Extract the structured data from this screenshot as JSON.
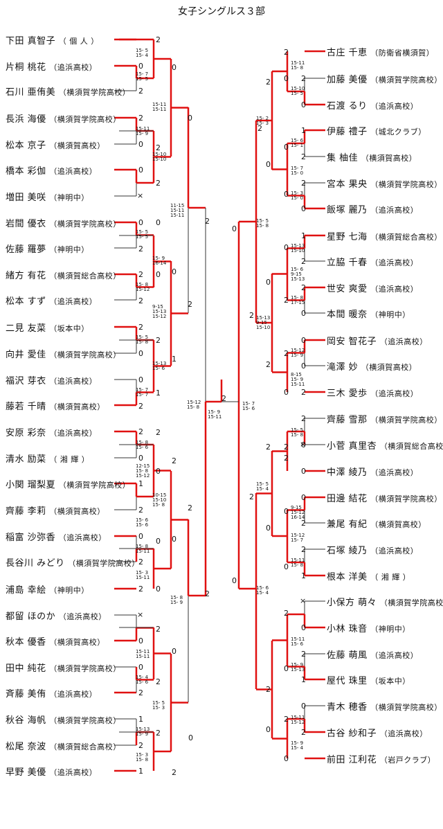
{
  "title": "女子シングルス３部",
  "left": [
    {
      "name": "下田 真智子",
      "aff": "（ 個 人 ）"
    },
    {
      "name": "片桐 桃花",
      "aff": "（追浜高校）"
    },
    {
      "name": "石川 亜侑美",
      "aff": "（横須賀学院高校）"
    },
    {
      "name": "長浜 海優",
      "aff": "（横須賀学院高校）"
    },
    {
      "name": "松本 京子",
      "aff": "（横須賀高校）"
    },
    {
      "name": "橋本 彩伽",
      "aff": "（追浜高校）"
    },
    {
      "name": "増田 美咲",
      "aff": "（神明中）"
    },
    {
      "name": "岩間 優衣",
      "aff": "（横須賀学院高校）"
    },
    {
      "name": "佐藤 羅夢",
      "aff": "（神明中）"
    },
    {
      "name": "緒方 有花",
      "aff": "（横須賀総合高校）"
    },
    {
      "name": "松本 すず",
      "aff": "（追浜高校）"
    },
    {
      "name": "二見 友菜",
      "aff": "（坂本中）"
    },
    {
      "name": "向井 愛佳",
      "aff": "（横須賀学院高校）"
    },
    {
      "name": "福沢 芽衣",
      "aff": "（追浜高校）"
    },
    {
      "name": "藤若 千晴",
      "aff": "（横須賀高校）"
    },
    {
      "name": "安原 彩奈",
      "aff": "（追浜高校）"
    },
    {
      "name": "清水 励菜",
      "aff": "（ 湘 輝 ）"
    },
    {
      "name": "小関 瑠梨夏",
      "aff": "（横須賀学院高校）"
    },
    {
      "name": "齊藤 李莉",
      "aff": "（横須賀高校）"
    },
    {
      "name": "稲富 沙弥香",
      "aff": "（追浜高校）"
    },
    {
      "name": "長谷川 みどり",
      "aff": "（横須賀学院高校）"
    },
    {
      "name": "浦島 幸絵",
      "aff": "（神明中）"
    },
    {
      "name": "都留 ほのか",
      "aff": "（追浜高校）"
    },
    {
      "name": "秋本 優香",
      "aff": "（横須賀高校）"
    },
    {
      "name": "田中 純花",
      "aff": "（横須賀学院高校）"
    },
    {
      "name": "斉藤 美侑",
      "aff": "（追浜高校）"
    },
    {
      "name": "秋谷 海帆",
      "aff": "（横須賀学院高校）"
    },
    {
      "name": "松尾 奈波",
      "aff": "（横須賀総合高校）"
    },
    {
      "name": "早野 美優",
      "aff": "（追浜高校）"
    }
  ],
  "right": [
    {
      "name": "古庄 千恵",
      "aff": "（防衛省横須賀）"
    },
    {
      "name": "加藤 美優",
      "aff": "（横須賀学院高校）"
    },
    {
      "name": "石渡 るり",
      "aff": "（追浜高校）"
    },
    {
      "name": "伊藤 禮子",
      "aff": "（城北クラブ）"
    },
    {
      "name": "集 柚佳",
      "aff": "（横須賀高校）"
    },
    {
      "name": "宮本 果央",
      "aff": "（横須賀学院高校）"
    },
    {
      "name": "飯塚 麗乃",
      "aff": "（追浜高校）"
    },
    {
      "name": "星野 七海",
      "aff": "（横須賀総合高校）"
    },
    {
      "name": "立脇 千春",
      "aff": "（追浜高校）"
    },
    {
      "name": "世安 爽愛",
      "aff": "（追浜高校）"
    },
    {
      "name": "本間 暖奈",
      "aff": "（神明中）"
    },
    {
      "name": "岡安 智花子",
      "aff": "（追浜高校）"
    },
    {
      "name": "滝澤 妙",
      "aff": "（横須賀高校）"
    },
    {
      "name": "三木 愛歩",
      "aff": "（追浜高校）"
    },
    {
      "name": "齊藤 雪那",
      "aff": "（横須賀学院高校）"
    },
    {
      "name": "小菅 真里杏",
      "aff": "（横須賀総合高校）"
    },
    {
      "name": "中澤 綾乃",
      "aff": "（追浜高校）"
    },
    {
      "name": "田邊 結花",
      "aff": "（横須賀学院高校）"
    },
    {
      "name": "兼尾 有紀",
      "aff": "（横須賀高校）"
    },
    {
      "name": "石塚 綾乃",
      "aff": "（追浜高校）"
    },
    {
      "name": "根本 洋美",
      "aff": "（ 湘 輝 ）"
    },
    {
      "name": "小保方 萌々",
      "aff": "（横須賀学院高校）"
    },
    {
      "name": "小林 珠音",
      "aff": "（神明中）"
    },
    {
      "name": "佐藤 萌風",
      "aff": "（追浜高校）"
    },
    {
      "name": "屋代 珠里",
      "aff": "（坂本中）"
    },
    {
      "name": "青木 穂香",
      "aff": "（横須賀学院高校）"
    },
    {
      "name": "古谷 紗和子",
      "aff": "（追浜高校）"
    },
    {
      "name": "前田 江利花",
      "aff": "（岩戸クラブ）"
    }
  ],
  "game_scores": [
    {
      "text": "15- 5\n15- 4"
    },
    {
      "text": "15- 7\n15- 5"
    },
    {
      "text": "15-11\n15- 9"
    },
    {
      "text": "15-11\n15-11"
    },
    {
      "text": "15-10\n15-10"
    },
    {
      "text": "11-15\n15-11\n15-11"
    },
    {
      "text": "15- 5\n15- 5"
    },
    {
      "text": "15- 9\n16-14"
    },
    {
      "text": "15- 8\n15-12"
    },
    {
      "text": "9-15\n15-13\n15-12"
    },
    {
      "text": "15- 5\n15- 8"
    },
    {
      "text": "15-13\n15- 6"
    },
    {
      "text": "15- 7\n15- 7"
    },
    {
      "text": "15-12\n15- 8"
    },
    {
      "text": "15- 9\n15-11"
    },
    {
      "text": "15- 8\n15- 6"
    },
    {
      "text": "12-15\n15- 8\n15-12"
    },
    {
      "text": "10-15\n15-10\n15- 8"
    },
    {
      "text": "15- 6\n15- 6"
    },
    {
      "text": "15- 8\n15-11"
    },
    {
      "text": "15- 3\n15-11"
    },
    {
      "text": "15- 8\n15- 9"
    },
    {
      "text": "15-11\n15-11"
    },
    {
      "text": "15- 4\n15- 6"
    },
    {
      "text": "15- 5\n15- 3"
    },
    {
      "text": "15-13\n15- 9"
    },
    {
      "text": "15- 3\n15- 8"
    },
    {
      "text": "15-11\n15- 8"
    },
    {
      "text": "15-10\n15- 5"
    },
    {
      "text": "15- 2\n15- 3"
    },
    {
      "text": "15- 6\n15- 1"
    },
    {
      "text": "15- 7\n15- 0"
    },
    {
      "text": "15- 3\n15- 0"
    },
    {
      "text": "15- 5\n15- 8"
    },
    {
      "text": "15-13\n15-10"
    },
    {
      "text": "15- 6\n9-15\n15-13"
    },
    {
      "text": "15- 8\n17-15"
    },
    {
      "text": "15-13\n9-15\n15-10"
    },
    {
      "text": "15-12\n15- 9"
    },
    {
      "text": "8-15\n15- 9\n15-11"
    },
    {
      "text": "15- 7\n15- 6"
    },
    {
      "text": "15- 5\n15- 8"
    },
    {
      "text": "15- 5\n15- 4"
    },
    {
      "text": "9-15\n15-12\n16-14"
    },
    {
      "text": "15-12\n15- 7"
    },
    {
      "text": "15-11\n15- 8"
    },
    {
      "text": "15- 6\n15- 4"
    },
    {
      "text": "15-11\n15- 6"
    },
    {
      "text": "15- 9\n15-13"
    },
    {
      "text": "15-11\n15-12"
    },
    {
      "text": "15- 9\n15- 4"
    }
  ],
  "results": [
    "2",
    "0",
    "2",
    "0",
    "2",
    "0",
    "2",
    "0",
    "2",
    "0",
    "0",
    "2",
    "0",
    "2",
    "2",
    "0",
    "2",
    "0",
    "2",
    "0",
    "2",
    "0",
    "2",
    "1",
    "1",
    "2",
    "2",
    "0",
    "2",
    "1",
    "2",
    "0",
    "2",
    "0",
    "2",
    "0",
    "2",
    "0",
    "2",
    "0",
    "2",
    "0",
    "0",
    "2",
    "2",
    "1",
    "2",
    "0",
    "2",
    "1",
    "2",
    "2",
    "0",
    "2",
    "0",
    "2",
    "0",
    "1",
    "2",
    "0",
    "2",
    "0",
    "2",
    "0",
    "0",
    "2",
    "1",
    "2",
    "0",
    "2",
    "0",
    "2",
    "0",
    "2",
    "0",
    "0",
    "2",
    "2",
    "0",
    "2",
    "0",
    "2",
    "0",
    "2",
    "0",
    "2",
    "0",
    "2",
    "0",
    "2",
    "1",
    "0",
    "2",
    "0",
    "2",
    "0",
    "2",
    "0",
    "2",
    "1",
    "0",
    "2",
    "0",
    "2",
    "2",
    "0",
    "0",
    "2"
  ],
  "walkovers": [
    "×",
    "×",
    "×",
    "×"
  ]
}
